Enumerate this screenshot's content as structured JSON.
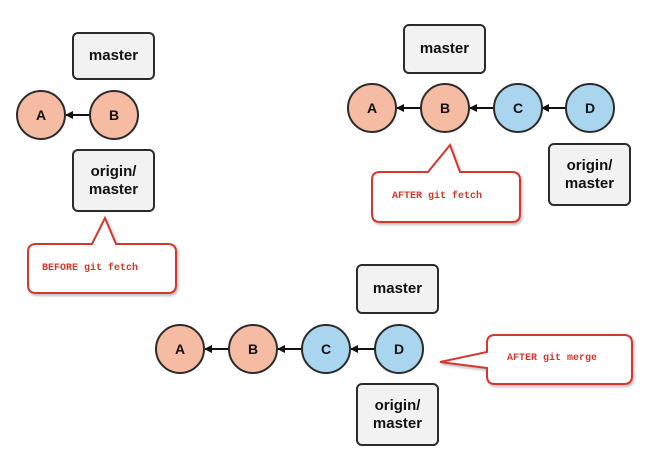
{
  "diagrams": {
    "before": {
      "master_label": "master",
      "origin_label_line1": "origin/",
      "origin_label_line2": "master",
      "commits": [
        "A",
        "B"
      ],
      "callout": "BEFORE git fetch"
    },
    "after_fetch": {
      "master_label": "master",
      "origin_label_line1": "origin/",
      "origin_label_line2": "master",
      "commits": [
        "A",
        "B",
        "C",
        "D"
      ],
      "callout": "AFTER git fetch"
    },
    "after_merge": {
      "master_label": "master",
      "origin_label_line1": "origin/",
      "origin_label_line2": "master",
      "commits": [
        "A",
        "B",
        "C",
        "D"
      ],
      "callout": "AFTER git merge"
    }
  },
  "colors": {
    "local_commit_fill": "#f6bba3",
    "remote_commit_fill": "#a9d6ee",
    "commit_stroke": "#2b2b2b",
    "callout_stroke": "#d1392f",
    "callout_text": "#d1392f",
    "ref_box_fill": "#f2f2f2"
  }
}
